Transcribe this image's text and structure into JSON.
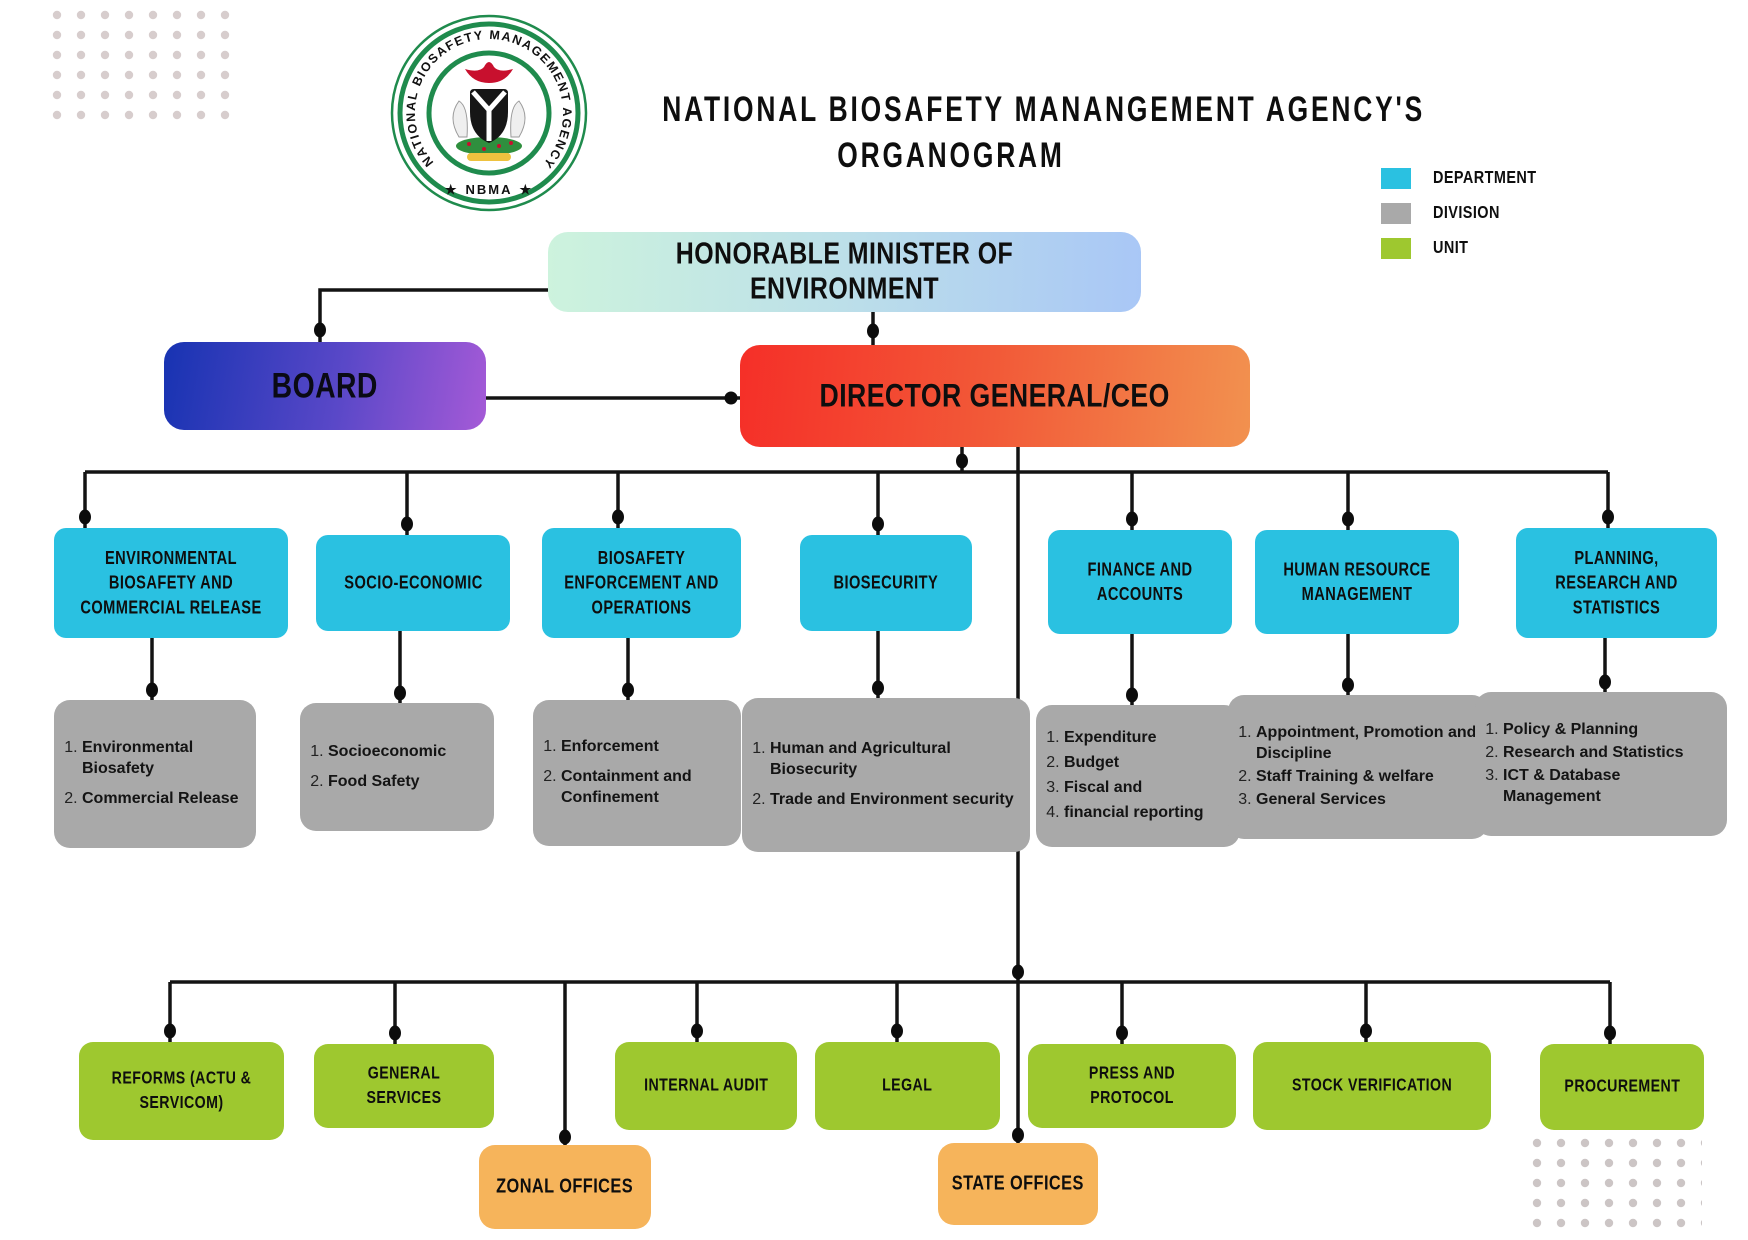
{
  "header": {
    "logo": {
      "ring_text": "NATIONAL BIOSAFETY MANAGEMENT AGENCY",
      "acronym": "NBMA",
      "star_left": "★",
      "star_right": "★"
    },
    "title_line1": "NATIONAL BIOSAFETY MANANGEMENT AGENCY'S",
    "title_line2": "ORGANOGRAM",
    "legend": {
      "items": [
        {
          "label": "DEPARTMENT",
          "color": "#2ac1e1"
        },
        {
          "label": "DIVISION",
          "color": "#a9a9a9"
        },
        {
          "label": "UNIT",
          "color": "#9ec82f"
        }
      ]
    }
  },
  "hierarchy": {
    "minister": "HONORABLE MINISTER OF ENVIRONMENT",
    "board": "BOARD",
    "director_general": "DIRECTOR GENERAL/CEO"
  },
  "departments": [
    {
      "label": "ENVIRONMENTAL BIOSAFETY AND COMMERCIAL RELEASE"
    },
    {
      "label": "SOCIO-ECONOMIC"
    },
    {
      "label": "BIOSAFETY ENFORCEMENT AND OPERATIONS"
    },
    {
      "label": "BIOSECURITY"
    },
    {
      "label": "FINANCE AND ACCOUNTS"
    },
    {
      "label": "HUMAN RESOURCE MANAGEMENT"
    },
    {
      "label": "PLANNING, RESEARCH AND STATISTICS"
    }
  ],
  "divisions": [
    {
      "items": [
        "Environmental Biosafety",
        "Commercial Release"
      ]
    },
    {
      "items": [
        "Socioeconomic",
        "Food Safety"
      ]
    },
    {
      "items": [
        "Enforcement",
        "Containment and Confinement"
      ]
    },
    {
      "items": [
        "Human and Agricultural Biosecurity",
        "Trade and Environment security"
      ]
    },
    {
      "items": [
        "Expenditure",
        "Budget",
        "Fiscal and",
        "financial reporting"
      ]
    },
    {
      "items": [
        "Appointment, Promotion and Discipline",
        "Staff Training & welfare",
        "General Services"
      ]
    },
    {
      "items": [
        "Policy & Planning",
        "Research and Statistics",
        "ICT & Database Management"
      ]
    }
  ],
  "units": [
    {
      "label": "REFORMS (ACTU & SERVICOM)"
    },
    {
      "label": "GENERAL SERVICES"
    },
    {
      "label": "INTERNAL AUDIT"
    },
    {
      "label": "LEGAL"
    },
    {
      "label": "PRESS AND PROTOCOL"
    },
    {
      "label": "STOCK VERIFICATION"
    },
    {
      "label": "PROCUREMENT"
    }
  ],
  "offices": [
    {
      "label": "ZONAL OFFICES"
    },
    {
      "label": "STATE OFFICES"
    }
  ],
  "colors": {
    "department": "#2ac1e1",
    "division": "#a9a9a9",
    "unit": "#9ec82f",
    "office": "#f6b45b",
    "board_gradient_start": "#1733b2",
    "board_gradient_end": "#a55ad7",
    "dg_gradient_start": "#f52f28",
    "dg_gradient_end": "#f2914f",
    "minister_gradient_start": "#cdf3dd",
    "minister_gradient_end": "#a9c7f6"
  }
}
